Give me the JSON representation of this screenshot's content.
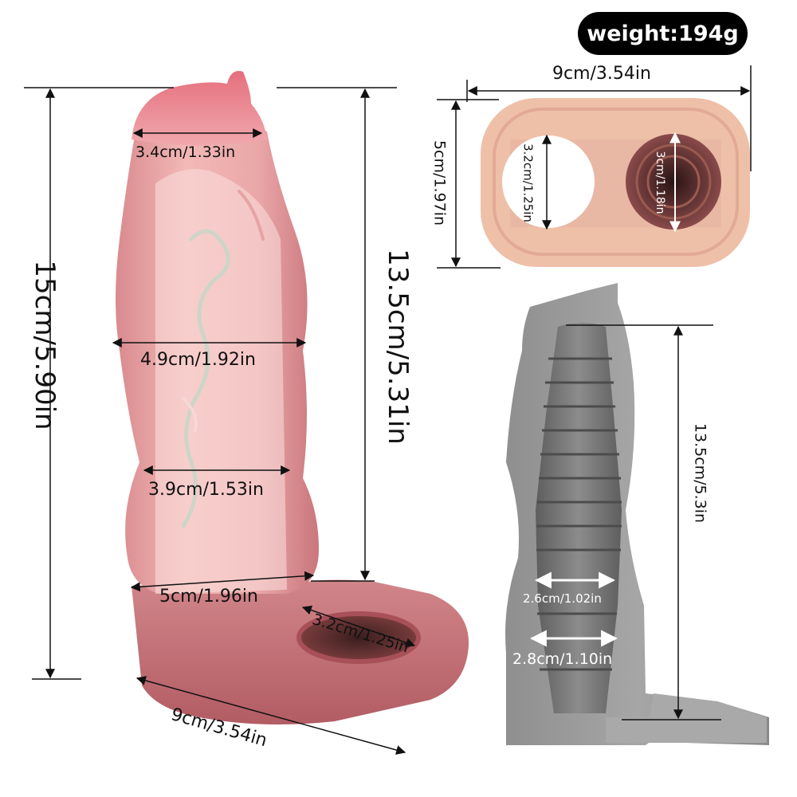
{
  "weight_label": "weight:194g",
  "main_view": {
    "total_length": "15cm/5.90in",
    "inner_length": "13.5cm/5.31in",
    "tip_width": "3.4cm/1.33in",
    "upper_width": "4.9cm/1.92in",
    "lower_width": "3.9cm/1.53in",
    "base_width": "5cm/1.96in",
    "ring_diameter": "3.2cm/1.25in",
    "base_length": "9cm/3.54in"
  },
  "top_view": {
    "width": "9cm/3.54in",
    "height": "5cm/1.97in",
    "hole_left": "3.2cm/1.25in",
    "hole_right": "3cm/1.18in"
  },
  "cross_section": {
    "inner_length": "13.5cm/5.3in",
    "inner_width_upper": "2.6cm/1.02in",
    "inner_width_lower": "2.8cm/1.10in"
  },
  "colors": {
    "skin_light": "#f1c4b8",
    "skin_pink": "#e59aa0",
    "skin_dark": "#c06a70",
    "top_view_flesh": "#efc0a8",
    "section_gray": "#9a9a9a",
    "section_dark": "#6e6e6e"
  }
}
